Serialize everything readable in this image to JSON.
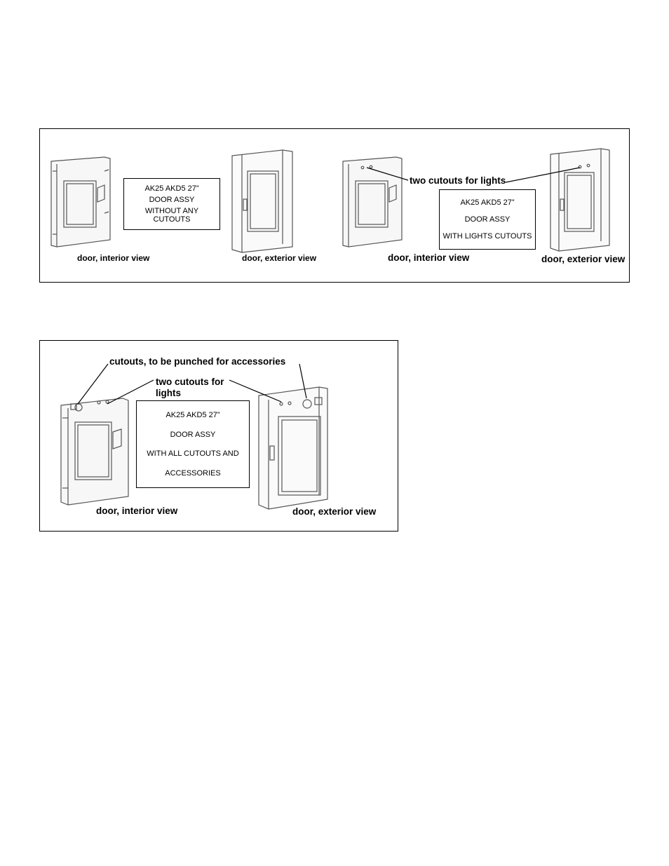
{
  "panel1": {
    "left_set": {
      "interior_label": "door, interior view",
      "exterior_label": "door, exterior view",
      "box_lines": [
        "AK25 AKD5 27”",
        "DOOR ASSY",
        "WITHOUT ANY CUTOUTS"
      ]
    },
    "right_set": {
      "interior_label": "door, interior view",
      "exterior_label": "door, exterior view",
      "callout": "two cutouts for lights",
      "box_lines": [
        "AK25 AKD5 27”",
        "DOOR ASSY",
        "WITH LIGHTS CUTOUTS"
      ]
    }
  },
  "panel2": {
    "callout_accessories": "cutouts, to be punched for accessories",
    "callout_lights_line1": "two cutouts for",
    "callout_lights_line2": "lights",
    "box_lines": [
      "AK25 AKD5 27”",
      "DOOR ASSY",
      "WITH ALL CUTOUTS AND",
      "ACCESSORIES"
    ],
    "interior_label": "door, interior view",
    "exterior_label": "door, exterior view"
  }
}
